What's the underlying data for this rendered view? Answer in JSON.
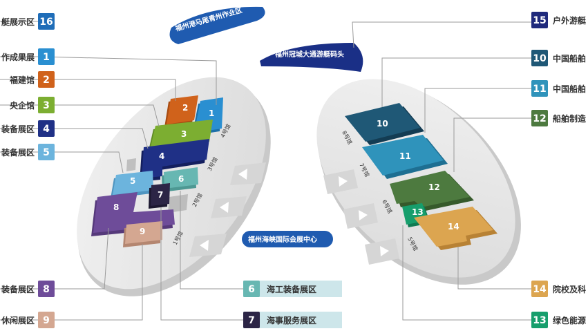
{
  "banners": {
    "mawei": "福州港马尾青州作业区",
    "guancheng": "福州冠城大通游艇码头",
    "center": "福州海峡国际会展中心"
  },
  "hall_tags": {
    "h1": "1号馆",
    "h2": "2号馆",
    "h3": "3号馆",
    "h4": "4号馆",
    "h5": "5号馆",
    "h6": "6号馆",
    "h7": "7号馆",
    "h8": "8号馆"
  },
  "zones": [
    {
      "num": "1",
      "label": "作成果展",
      "color": "#2a8fd1"
    },
    {
      "num": "2",
      "label": "福建馆",
      "color": "#d0621b"
    },
    {
      "num": "3",
      "label": "央企馆",
      "color": "#7cae31"
    },
    {
      "num": "4",
      "label": "装备展区",
      "color": "#1f3086"
    },
    {
      "num": "5",
      "label": "装备展区",
      "color": "#6cb4dd"
    },
    {
      "num": "6",
      "label": "海工装备展区",
      "color": "#67b7b2"
    },
    {
      "num": "7",
      "label": "海事服务展区",
      "color": "#2c2546"
    },
    {
      "num": "8",
      "label": "装备展区",
      "color": "#6e4c99"
    },
    {
      "num": "9",
      "label": "休闲展区",
      "color": "#d4a791"
    },
    {
      "num": "10",
      "label": "中国船舶",
      "color": "#1f5876"
    },
    {
      "num": "11",
      "label": "中国船舶",
      "color": "#2f93bb"
    },
    {
      "num": "12",
      "label": "船舶制造",
      "color": "#4d7a3f"
    },
    {
      "num": "13",
      "label": "绿色能源",
      "color": "#169e6c"
    },
    {
      "num": "14",
      "label": "院校及科",
      "color": "#dca550"
    },
    {
      "num": "15",
      "label": "户外游艇",
      "color": "#1f2a7c"
    },
    {
      "num": "16",
      "label": "艇展示区",
      "color": "#1f6db8"
    }
  ],
  "colors": {
    "platform": "#e4e4e4",
    "platform_edge": "#cfcfcf",
    "banner": "#1f5bb0",
    "banner_dark": "#1a2f86",
    "arrow": "#d8d8d8",
    "leader": "#9a9a9a"
  }
}
